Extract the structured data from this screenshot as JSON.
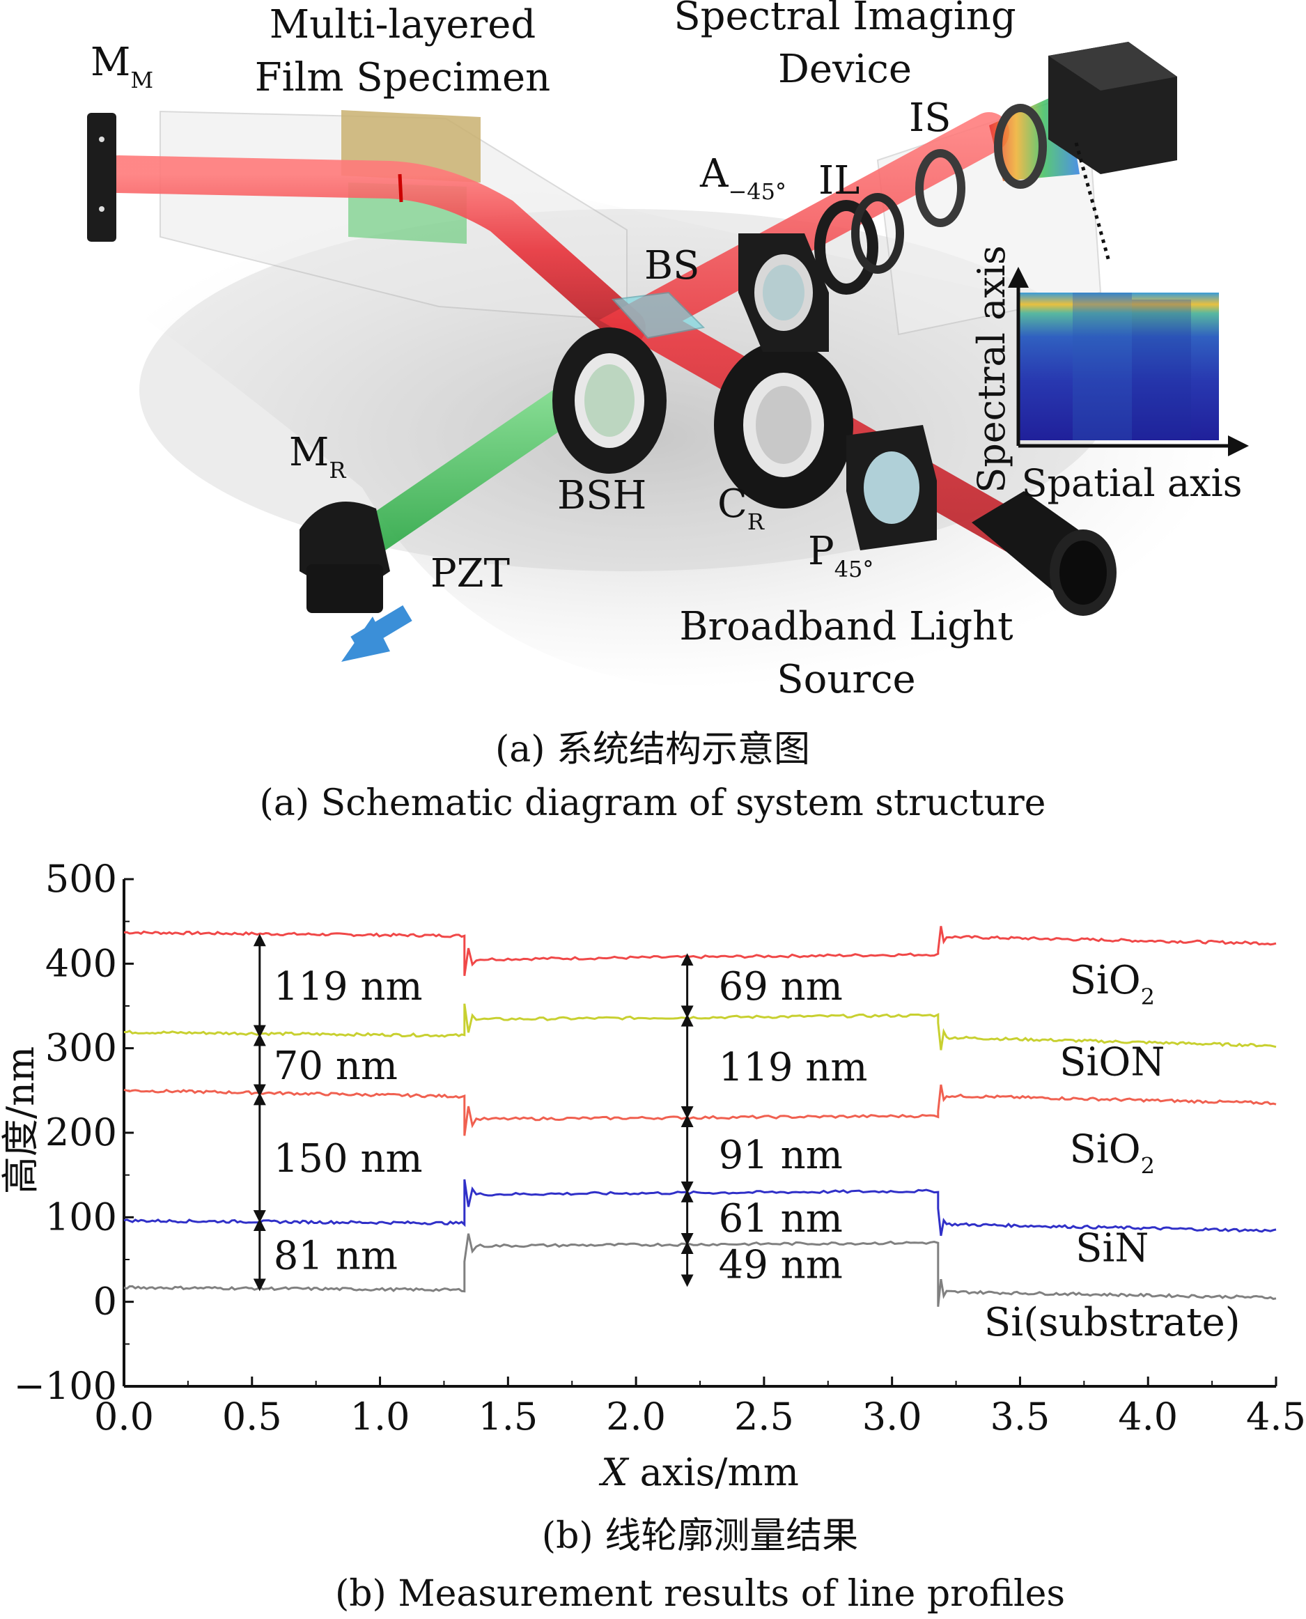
{
  "diagram": {
    "labels": {
      "mm": "M",
      "mm_sub": "M",
      "specimen_1": "Multi-layered",
      "specimen_2": "Film Specimen",
      "spectral_1": "Spectral Imaging",
      "spectral_2": "Device",
      "is": "IS",
      "a": "A",
      "a_sub": "−45°",
      "il": "IL",
      "bs": "BS",
      "mr": "M",
      "mr_sub": "R",
      "bsh": "BSH",
      "cr": "C",
      "cr_sub": "R",
      "p": "P",
      "p_sub": "45°",
      "pzt": "PZT",
      "light_1": "Broadband Light",
      "light_2": "Source",
      "spectral_axis": "Spectral axis",
      "spatial_axis": "Spatial axis"
    },
    "colors": {
      "beam_red": "#e8323a",
      "beam_green": "#3cc85a",
      "arrow_blue": "#3b8fd8",
      "metal": "#1c1c1c"
    }
  },
  "captions": {
    "a_zh": "(a) 系统结构示意图",
    "a_en": "(a) Schematic diagram of system structure",
    "b_zh": "(b) 线轮廓测量结果",
    "b_en": "(b) Measurement results of line profiles"
  },
  "chart_data": {
    "type": "line",
    "xlabel_italic": "X",
    "xlabel_rest": " axis/mm",
    "ylabel": "高度/nm",
    "xlim": [
      0,
      4.5
    ],
    "ylim": [
      -100,
      500
    ],
    "x_ticks": [
      "0.0",
      "0.5",
      "1.0",
      "1.5",
      "2.0",
      "2.5",
      "3.0",
      "3.5",
      "4.0",
      "4.5"
    ],
    "y_ticks": [
      "500",
      "400",
      "300",
      "200",
      "100",
      "0",
      "−100"
    ],
    "series": [
      {
        "color": "#f04848",
        "segments": [
          [
            0,
            1.33,
            437,
            433
          ],
          [
            1.33,
            3.18,
            405,
            411
          ],
          [
            3.18,
            4.5,
            432,
            424
          ]
        ]
      },
      {
        "color": "#c8d030",
        "segments": [
          [
            0,
            1.33,
            319,
            315
          ],
          [
            1.33,
            3.18,
            334,
            339
          ],
          [
            3.18,
            4.5,
            313,
            303
          ]
        ]
      },
      {
        "color": "#f06050",
        "segments": [
          [
            0,
            1.33,
            250,
            243
          ],
          [
            1.33,
            3.18,
            216,
            220
          ],
          [
            3.18,
            4.5,
            244,
            235
          ]
        ]
      },
      {
        "color": "#3030c8",
        "segments": [
          [
            0,
            1.33,
            96,
            93
          ],
          [
            1.33,
            3.18,
            127,
            131
          ],
          [
            3.18,
            4.5,
            92,
            84
          ]
        ]
      },
      {
        "color": "#808080",
        "segments": [
          [
            0,
            1.33,
            17,
            14
          ],
          [
            1.33,
            3.18,
            66,
            70
          ],
          [
            3.18,
            4.5,
            12,
            5
          ]
        ]
      }
    ],
    "thickness_left": [
      {
        "text": "119 nm",
        "x": 0.53,
        "from": 433,
        "to": 315
      },
      {
        "text": "70 nm",
        "x": 0.53,
        "from": 315,
        "to": 245
      },
      {
        "text": "150 nm",
        "x": 0.53,
        "from": 245,
        "to": 96
      },
      {
        "text": "81 nm",
        "x": 0.53,
        "from": 96,
        "to": 15
      }
    ],
    "thickness_right": [
      {
        "text": "69 nm",
        "x": 2.2,
        "from": 410,
        "to": 338
      },
      {
        "text": "119 nm",
        "x": 2.2,
        "from": 338,
        "to": 219
      },
      {
        "text": "91 nm",
        "x": 2.2,
        "from": 219,
        "to": 130
      },
      {
        "text": "61 nm",
        "x": 2.2,
        "from": 130,
        "to": 69
      },
      {
        "text": "49 nm",
        "x": 2.2,
        "from": 69,
        "to": 20
      }
    ],
    "layers": [
      {
        "name": "SiO",
        "sub": "2",
        "x": 3.86,
        "y": 365
      },
      {
        "name": "SiON",
        "sub": "",
        "x": 3.86,
        "y": 268
      },
      {
        "name": "SiO",
        "sub": "2",
        "x": 3.86,
        "y": 165
      },
      {
        "name": "SiN",
        "sub": "",
        "x": 3.86,
        "y": 48
      },
      {
        "name": "Si(substrate)",
        "sub": "",
        "x": 3.86,
        "y": -40
      }
    ]
  }
}
